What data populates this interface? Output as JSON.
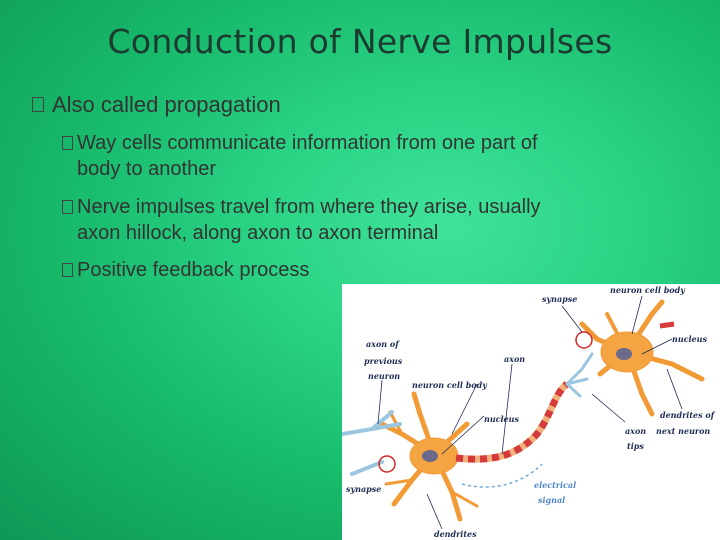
{
  "slide": {
    "title": "Conduction of Nerve Impulses",
    "bullets": [
      {
        "text": "Also called propagation",
        "children": [
          {
            "line1": "Way cells communicate information from one part of",
            "line2": "body to another"
          },
          {
            "line1": "Nerve impulses travel from where they arise, usually",
            "line2": "axon hillock, along axon to axon terminal"
          },
          {
            "line1": "Positive feedback process",
            "line2": ""
          }
        ]
      }
    ]
  },
  "diagram": {
    "labels": {
      "synapse_top": "synapse",
      "neuron_cell_body_top": "neuron cell body",
      "axon_prev_1": "axon of",
      "axon_prev_2": "previous",
      "axon_prev_3": "neuron",
      "axon": "axon",
      "nucleus_right": "nucleus",
      "neuron_cell_body_mid": "neuron cell body",
      "nucleus_mid": "nucleus",
      "dendrites_next_1": "dendrites of",
      "dendrites_next_2": "next neuron",
      "axon_tips_1": "axon",
      "axon_tips_2": "tips",
      "synapse_bottom": "synapse",
      "electrical_1": "electrical",
      "electrical_2": "signal",
      "dendrites": "dendrites"
    }
  }
}
